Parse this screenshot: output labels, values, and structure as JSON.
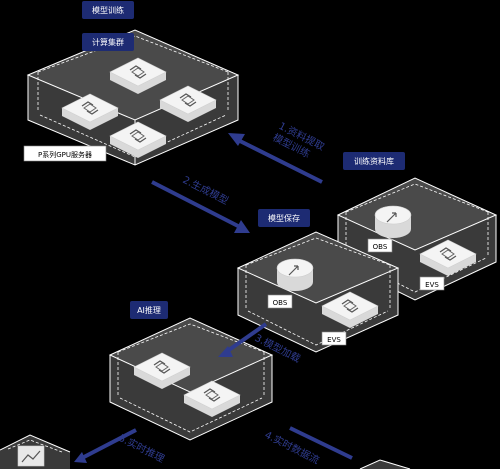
{
  "labels": {
    "model_training": "模型训练",
    "compute_cluster": "计算集群",
    "gpu_server": "P系列GPU服务器",
    "training_data_store": "训练资料库",
    "model_save": "模型保存",
    "ai_inference": "AI推理",
    "obs_1": "OBS",
    "evs_1": "EVS",
    "obs_2": "OBS",
    "evs_2": "EVS"
  },
  "steps": {
    "step1_line1": "1.资料提取",
    "step1_line2": "模型训练",
    "step2": "2.生成模型",
    "step3": "3.模型加载",
    "step4": "4.实时数据流",
    "step5": "5.实时推理"
  },
  "colors": {
    "background": "#000000",
    "tag": "#1d2b73",
    "arrow": "#2f3c8f",
    "chip": "#f4f4f4"
  }
}
